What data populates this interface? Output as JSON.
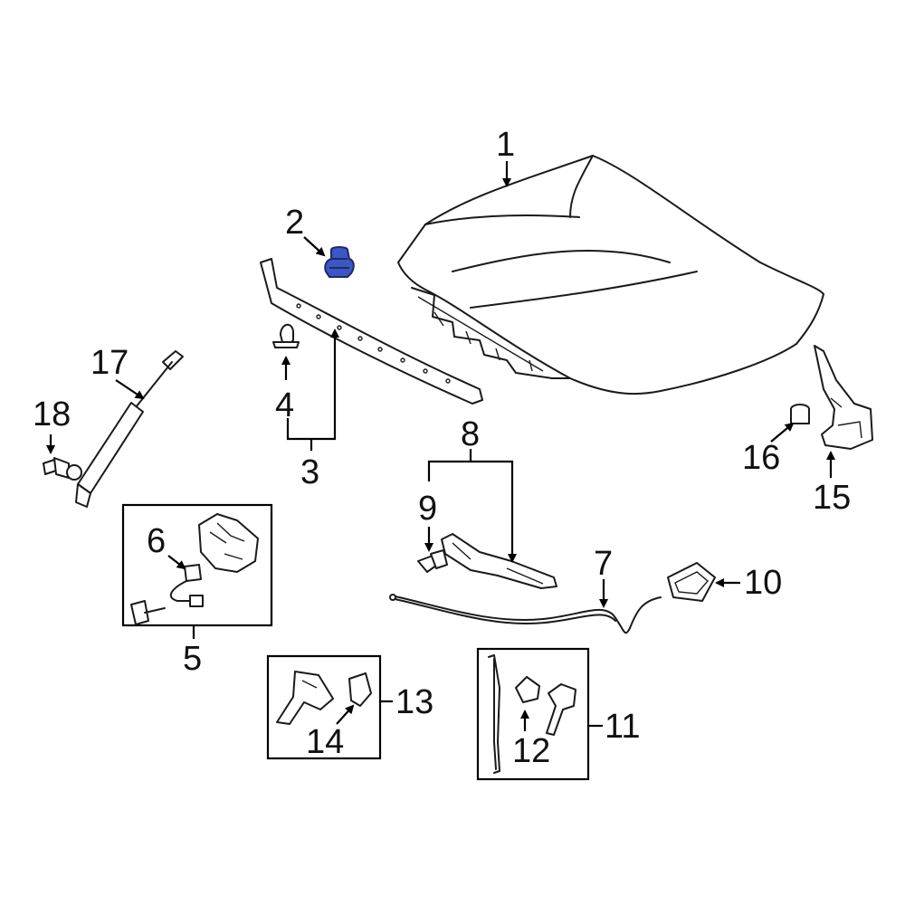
{
  "colors": {
    "highlight": "#3b57c4",
    "line": "#1a1a1a",
    "background": "#ffffff"
  },
  "callouts": {
    "c1": "1",
    "c2": "2",
    "c3": "3",
    "c4": "4",
    "c5": "5",
    "c6": "6",
    "c7": "7",
    "c8": "8",
    "c9": "9",
    "c10": "10",
    "c11": "11",
    "c12": "12",
    "c13": "13",
    "c14": "14",
    "c15": "15",
    "c16": "16",
    "c17": "17",
    "c18": "18"
  },
  "highlighted_part": "2"
}
